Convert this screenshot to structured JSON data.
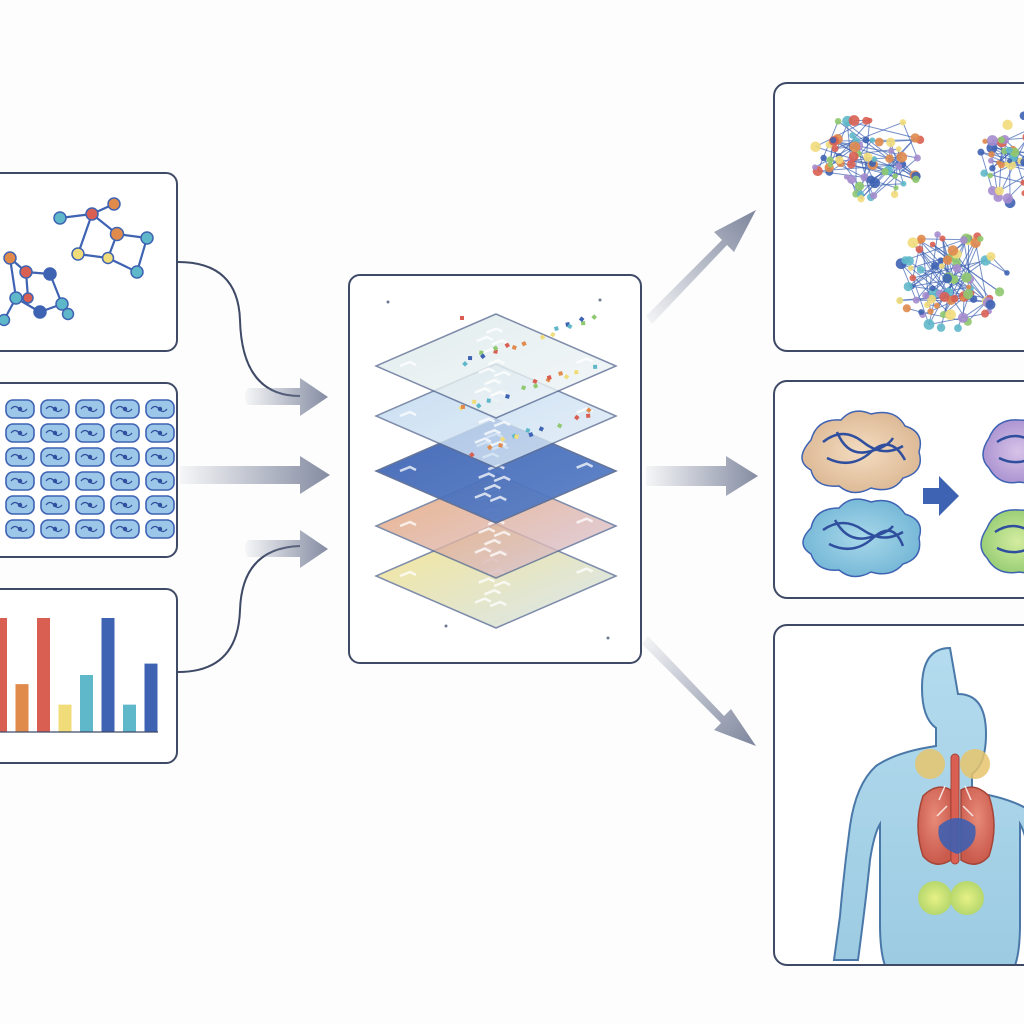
{
  "diagram": {
    "inputs": [
      {
        "kind": "molecule-graph",
        "icon": "molecule-network-icon"
      },
      {
        "kind": "cell-grid",
        "icon": "cell-array-icon"
      },
      {
        "kind": "bar-chart",
        "icon": "bar-chart-icon"
      }
    ],
    "center": {
      "kind": "stacked-data-layers",
      "icon": "layer-stack-icon"
    },
    "outputs": [
      {
        "kind": "protein-clusters",
        "icon": "protein-cluster-icon"
      },
      {
        "kind": "protein-transformation",
        "icon": "protein-transform-icon"
      },
      {
        "kind": "human-body",
        "icon": "human-organs-icon"
      }
    ]
  },
  "colors": {
    "frame": "#3f4a66",
    "arrow": "#6f7892",
    "blue": "#3e63b3",
    "orange": "#e08a4c",
    "red": "#d95f52",
    "yellow": "#f1dc7a",
    "teal": "#5fb8c9",
    "body": "#a9d3e8"
  },
  "mini_chart": {
    "values": [
      5.0,
      2.1,
      5.0,
      1.2,
      2.5,
      5.0,
      1.2,
      3.0
    ],
    "colors": [
      "#d95f52",
      "#e08a4c",
      "#d95f52",
      "#f1dc7a",
      "#5fb8c9",
      "#3e63b3",
      "#5fb8c9",
      "#3e63b3"
    ]
  }
}
